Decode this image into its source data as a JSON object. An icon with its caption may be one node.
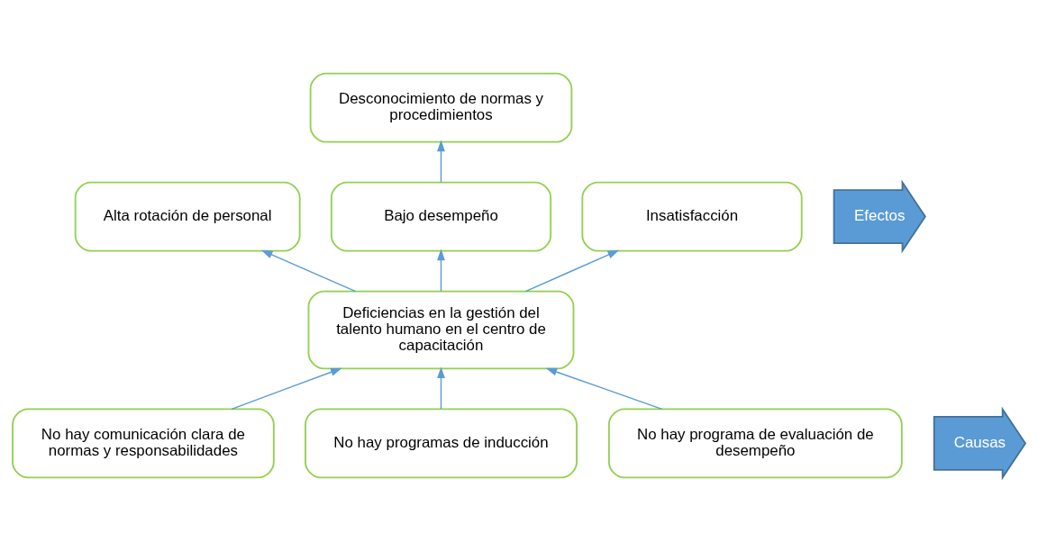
{
  "diagram": {
    "nodes": [
      {
        "text": [
          "Desconocimiento de normas y procedimientos"
        ]
      },
      {
        "text": [
          "Efectos"
        ]
      },
      {
        "text": [
          "Alta rotación de personal"
        ]
      },
      {
        "text": [
          "Bajo desempeño"
        ]
      },
      {
        "text": [
          "Insatisfacción"
        ]
      },
      {
        "text": [
          "Deficiencias en la gestión del talento humano en el centro de capacitación"
        ]
      },
      {
        "text": [
          "Causas"
        ]
      },
      {
        "text": [
          "No hay comunicación clara de normas y responsabilidades"
        ]
      },
      {
        "text": [
          "No hay programas de inducción"
        ]
      },
      {
        "text": [
          "No hay programa de evaluación de desempeño"
        ]
      }
    ],
    "edges": [
      {
        "from": 3,
        "to": 0,
        "arrow": "to"
      },
      {
        "from": 5,
        "to": 2,
        "arrow": "to"
      },
      {
        "from": 5,
        "to": 3,
        "arrow": "to"
      },
      {
        "from": 5,
        "to": 4,
        "arrow": "to"
      },
      {
        "from": 7,
        "to": 5,
        "arrow": "to"
      },
      {
        "from": 8,
        "to": 5,
        "arrow": "to"
      },
      {
        "from": 9,
        "to": 5,
        "arrow": "to"
      }
    ]
  }
}
